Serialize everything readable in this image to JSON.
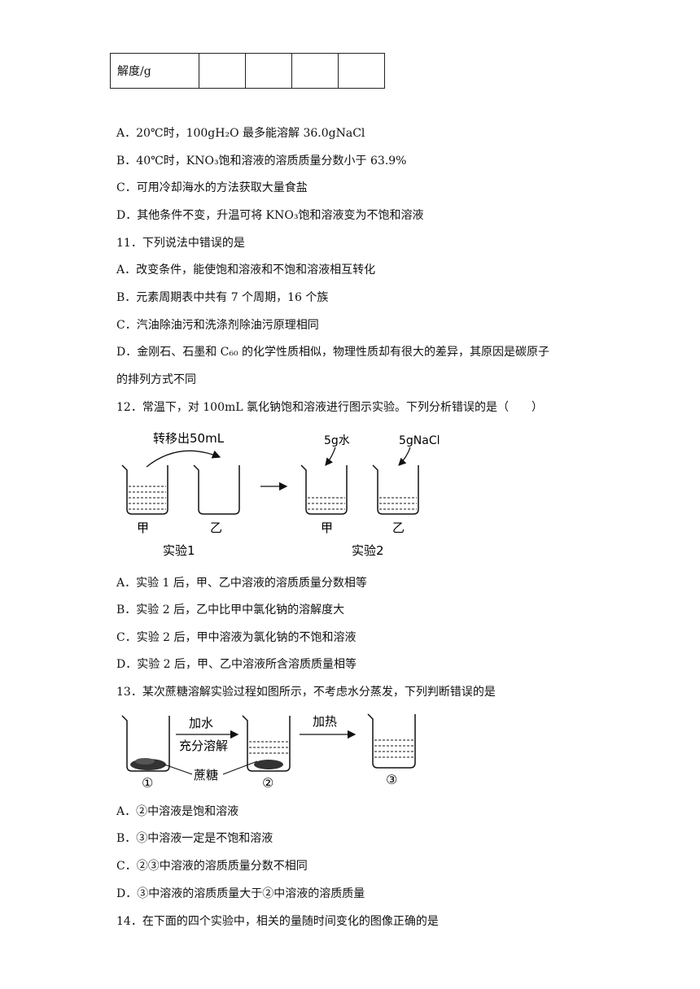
{
  "table": {
    "row_label": "解度/g"
  },
  "q10": {
    "a": "A．20℃时，100gH₂O 最多能溶解 36.0gNaCl",
    "b": "B．40℃时，KNO₃饱和溶液的溶质质量分数小于 63.9%",
    "c": "C．可用冷却海水的方法获取大量食盐",
    "d": "D．其他条件不变，升温可将 KNO₃饱和溶液变为不饱和溶液"
  },
  "q11": {
    "stem": "11．下列说法中错误的是",
    "a": "A．改变条件，能使饱和溶液和不饱和溶液相互转化",
    "b": "B．元素周期表中共有 7 个周期，16 个族",
    "c": "C．汽油除油污和洗涤剂除油污原理相同",
    "d1": "D．金刚石、石墨和 C₆₀ 的化学性质相似，物理性质却有很大的差异，其原因是碳原子",
    "d2": "的排列方式不同"
  },
  "q12": {
    "stem": "12．常温下，对 100mL 氯化钠饱和溶液进行图示实验。下列分析错误的是（　　）",
    "figure": {
      "transfer": "转移出50mL",
      "add_water": "5g水",
      "add_nacl": "5gNaCl",
      "jia": "甲",
      "yi": "乙",
      "exp1": "实验1",
      "exp2": "实验2"
    },
    "a": "A．实验 1 后，甲、乙中溶液的溶质质量分数相等",
    "b": "B．实验 2 后，乙中比甲中氯化钠的溶解度大",
    "c": "C．实验 2 后，甲中溶液为氯化钠的不饱和溶液",
    "d": "D．实验 2 后，甲、乙中溶液所含溶质质量相等"
  },
  "q13": {
    "stem": "13．某次蔗糖溶解实验过程如图所示，不考虑水分蒸发，下列判断错误的是",
    "figure": {
      "add_water": "加水",
      "dissolve": "充分溶解",
      "sugar": "蔗糖",
      "heat": "加热",
      "n1": "①",
      "n2": "②",
      "n3": "③"
    },
    "a": "A．②中溶液是饱和溶液",
    "b": "B．③中溶液一定是不饱和溶液",
    "c": "C．②③中溶液的溶质质量分数不相同",
    "d": "D．③中溶液的溶质质量大于②中溶液的溶质质量"
  },
  "q14": {
    "stem": "14．在下面的四个实验中，相关的量随时间变化的图像正确的是"
  }
}
